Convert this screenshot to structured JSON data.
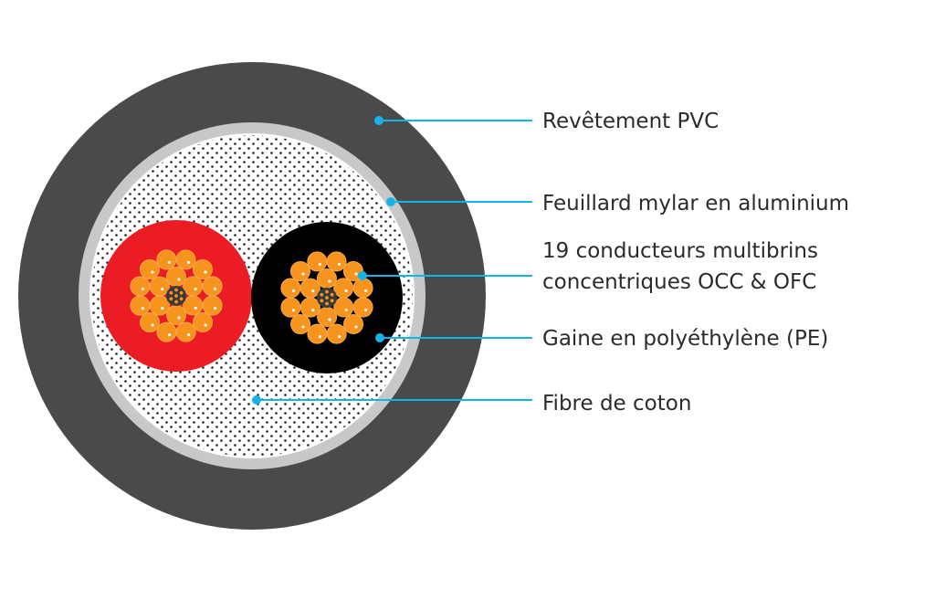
{
  "labels": {
    "pvc": "Revêtement PVC",
    "foil": "Feuillard mylar en aluminium",
    "conductors_line1": "19 conducteurs multibrins",
    "conductors_line2": "concentriques OCC & OFC",
    "insulation": "Gaine en polyéthylène (PE)",
    "fiber": "Fibre de coton"
  },
  "colors": {
    "jacket": "#4a4a4a",
    "foil": "#c8c8c8",
    "red_insulation": "#ec1c24",
    "black_insulation": "#000000",
    "strand": "#f7941d",
    "leader": "#14b4ea"
  }
}
